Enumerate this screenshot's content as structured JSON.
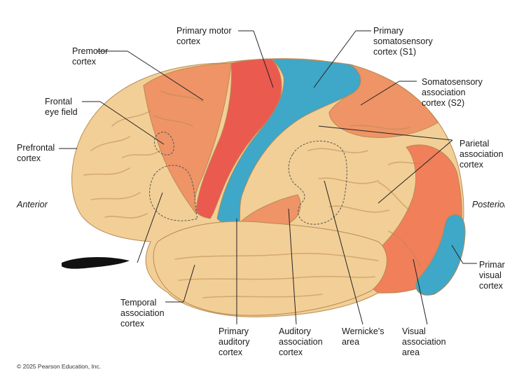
{
  "colors": {
    "association": "#f2cf96",
    "motor": "#ea5a4f",
    "premotor": "#ef9466",
    "somatosensory": "#3fa7c7",
    "visual_assoc": "#f07f5a",
    "outline": "#b98a55"
  },
  "labels": {
    "primary_motor": "Primary motor\ncortex",
    "premotor": "Premotor\ncortex",
    "frontal_eye": "Frontal\neye field",
    "prefrontal": "Prefrontal\ncortex",
    "anterior": "Anterior",
    "primary_somatosensory": "Primary\nsomatosensory\ncortex (S1)",
    "somatosensory_assoc": "Somatosensory\nassociation\ncortex (S2)",
    "parietal_assoc": "Parietal\nassociation\ncortex",
    "posterior": "Posterior",
    "primary_visual": "Primary\nvisual\ncortex",
    "temporal_assoc": "Temporal\nassociation\ncortex",
    "primary_auditory": "Primary\nauditory\ncortex",
    "auditory_assoc": "Auditory\nassociation\ncortex",
    "wernicke": "Wernicke's\narea",
    "visual_assoc": "Visual\nassociation\narea",
    "copyright": "© 2025 Pearson Education, Inc."
  }
}
